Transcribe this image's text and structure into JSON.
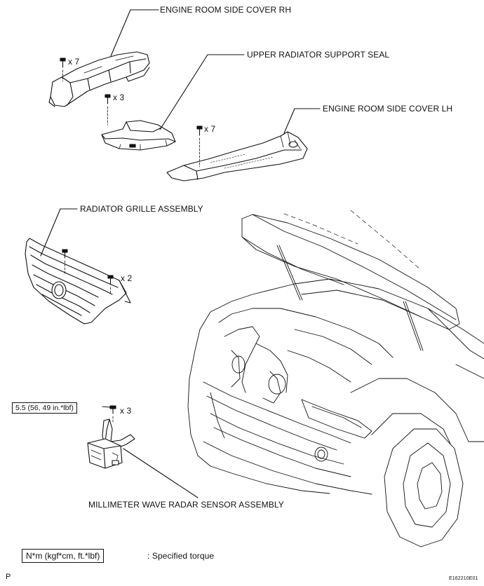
{
  "labels": {
    "engine_room_side_cover_rh": "ENGINE ROOM SIDE COVER RH",
    "upper_radiator_support_seal": "UPPER RADIATOR SUPPORT SEAL",
    "engine_room_side_cover_lh": "ENGINE ROOM SIDE COVER LH",
    "radiator_grille_assembly": "RADIATOR GRILLE ASSEMBLY",
    "millimeter_wave_radar_sensor_assembly": "MILLIMETER WAVE RADAR SENSOR ASSEMBLY"
  },
  "quantities": {
    "rh_cover_clips": "x 7",
    "seal_clips": "x 3",
    "lh_cover_clips": "x 7",
    "grille_clips": "x 2",
    "sensor_bolts": "x 3"
  },
  "torque": {
    "sensor_bolt_torque": "5.5 (56, 49 in.*lbf)"
  },
  "legend": {
    "unit_box": "N*m (kgf*cm, ft.*lbf)",
    "description": ": Specified torque"
  },
  "footer": {
    "corner_letter": "P",
    "figure_code": "E162210E01"
  }
}
